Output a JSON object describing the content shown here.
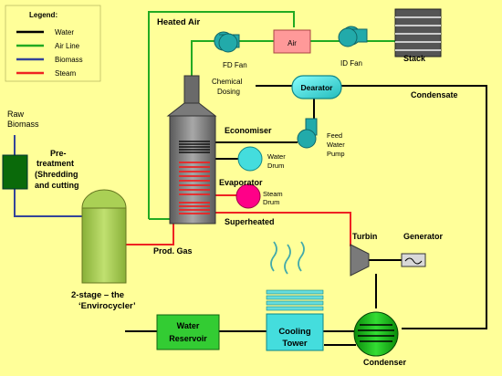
{
  "legend": {
    "title": "Legend:",
    "items": [
      {
        "label": "Water",
        "color": "#000000"
      },
      {
        "label": "Air Line",
        "color": "#22aa22"
      },
      {
        "label": "Biomass",
        "color": "#334499"
      },
      {
        "label": "Steam",
        "color": "#ee2222"
      }
    ]
  },
  "labels": {
    "heated_air": "Heated Air",
    "air": "Air",
    "stack": "Stack",
    "id_fan": "ID Fan",
    "fd_fan": "FD Fan",
    "chemical": "Chemical",
    "dosing": "Dosing",
    "dearator": "Dearator",
    "condensate": "Condensate",
    "raw_1": "Raw",
    "raw_2": "Biomass",
    "economiser": "Economiser",
    "feed_1": "Feed",
    "feed_2": "Water",
    "feed_3": "Pump",
    "pre_1": "Pre-",
    "pre_2": "treatment",
    "pre_3": "(Shredding",
    "pre_4": "and cutting",
    "water_drum_1": "Water",
    "water_drum_2": "Drum",
    "evaporator": "Evaporator",
    "steam_drum_1": "Steam",
    "steam_drum_2": "Drum",
    "superheated": "Superheated",
    "turbin": "Turbin",
    "generator": "Generator",
    "prod_gas": "Prod. Gas",
    "stage_1": "2-stage  – the",
    "stage_2": "‘Envirocycler’",
    "reservoir_1": "Water",
    "reservoir_2": "Reservoir",
    "cooling_1": "Cooling",
    "cooling_2": "Tower",
    "condenser": "Condenser"
  },
  "colors": {
    "background": "#ffff99",
    "water_line": "#000000",
    "air_line": "#22aa22",
    "biomass_line": "#334499",
    "steam_line": "#ee2222",
    "fan": "#22aaaa",
    "air_box": "#ff9999",
    "green_equipment": "#33cc33",
    "cyan_equipment": "#44dddd",
    "magenta_drum": "#ff0088",
    "gray_equipment": "#8a8a8a",
    "dark_green": "#0a6a0a",
    "digester": "#aad055"
  }
}
